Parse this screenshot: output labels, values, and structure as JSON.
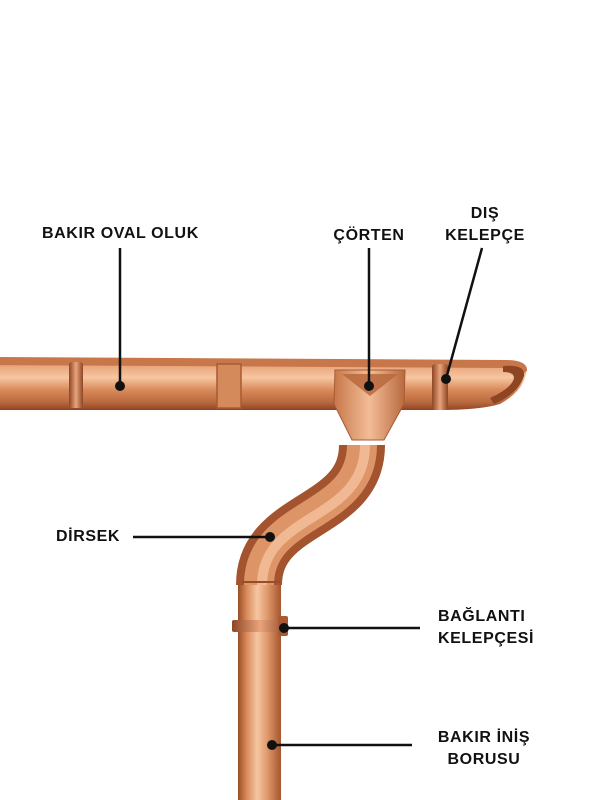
{
  "labels": {
    "gutter": "BAKIR OVAL OLUK",
    "outlet": "ÇÖRTEN",
    "outer_clamp": [
      "DIŞ",
      "KELEPÇE"
    ],
    "elbow": "DİRSEK",
    "connection_clamp": [
      "BAĞLANTI",
      "KELEPÇESİ"
    ],
    "downpipe": [
      "BAKIR İNİŞ",
      "BORUSU"
    ]
  },
  "colors": {
    "copper_light": "#f3b58d",
    "copper_mid": "#d98a5a",
    "copper_dark": "#9a4c28",
    "line": "#111111",
    "background": "#ffffff"
  }
}
